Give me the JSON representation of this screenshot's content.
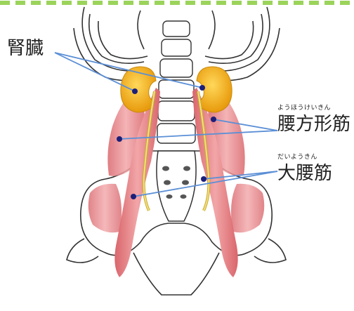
{
  "labels": {
    "kidney": {
      "text": "腎臓"
    },
    "quadratus": {
      "ruby": "ようほうけいきん",
      "text": "腰方形筋"
    },
    "psoas": {
      "ruby": "だいようきん",
      "text": "大腰筋"
    }
  },
  "colors": {
    "dash_border": "#9bd45a",
    "kidney": "#f5b417",
    "muscle": "#e8868a",
    "bone_outline": "#333333",
    "pointer_line": "#5b8fd6",
    "dot": "#1c1f7a",
    "ureter": "#f2e07a"
  }
}
